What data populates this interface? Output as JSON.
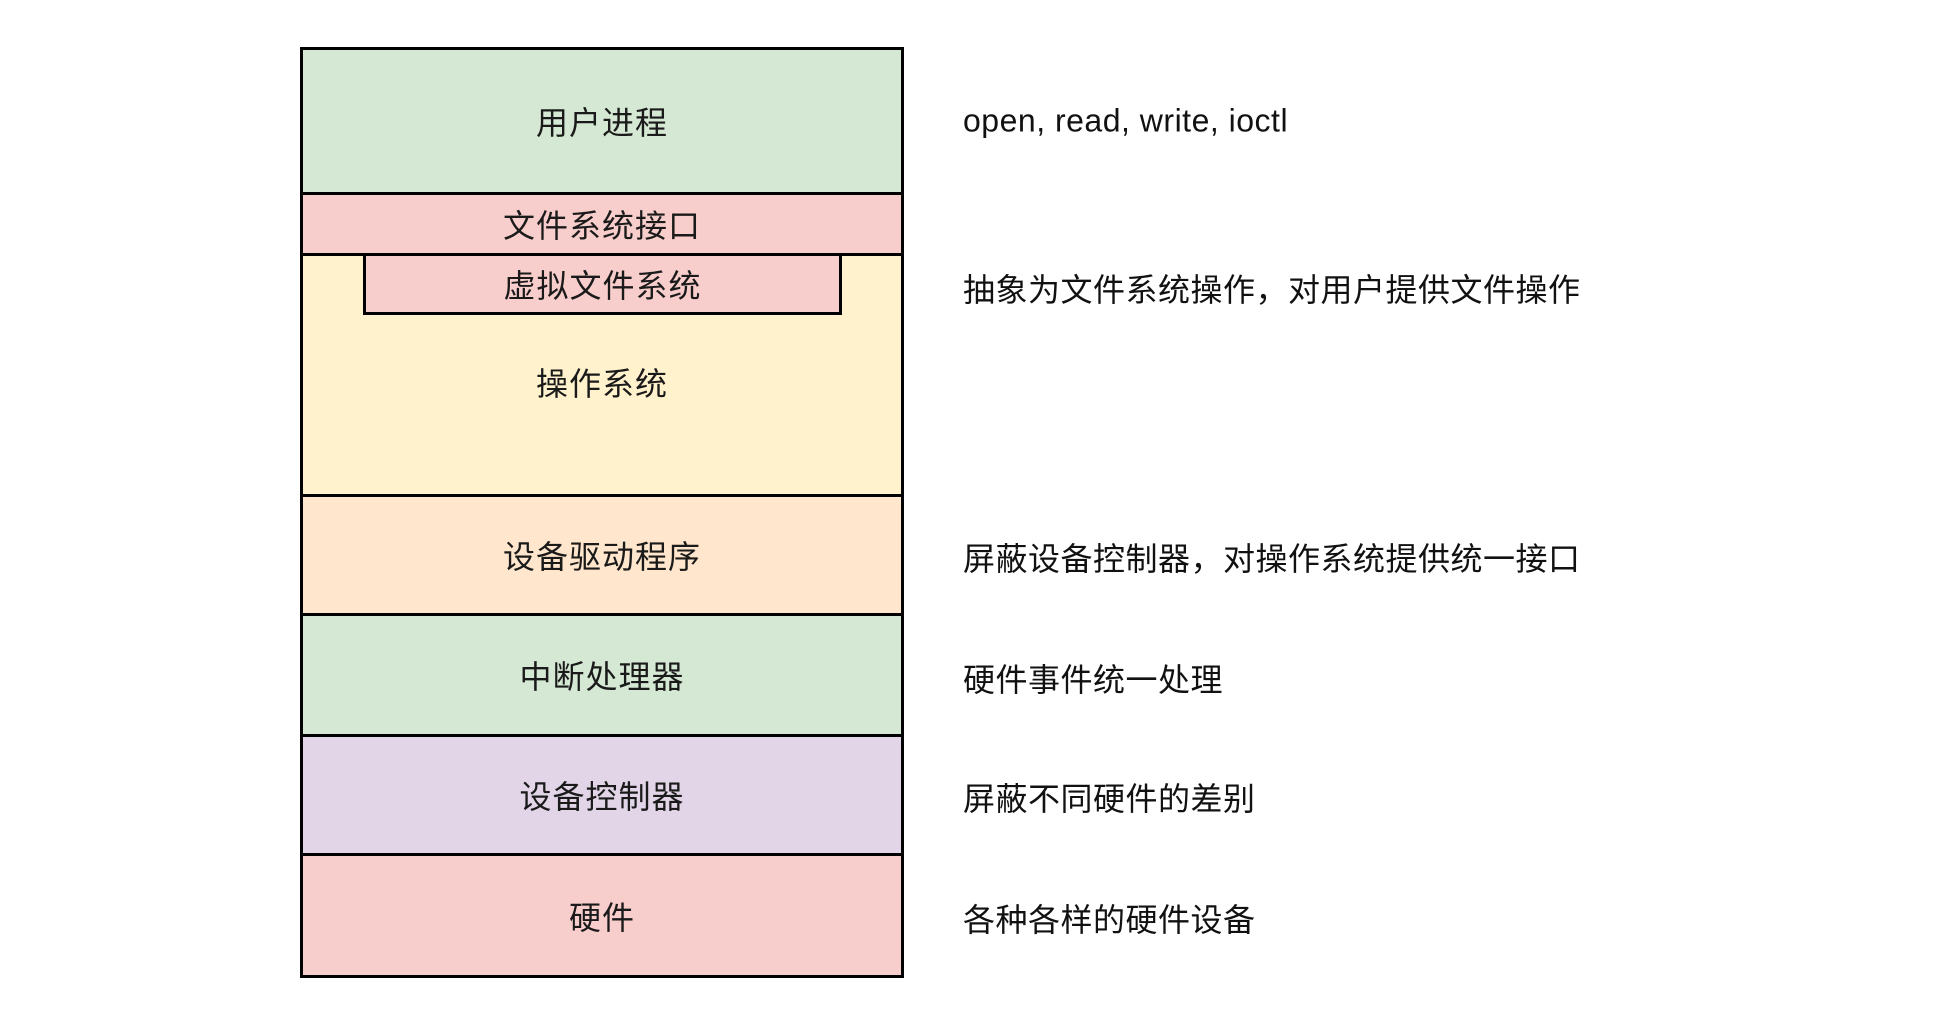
{
  "colors": {
    "background": "#ffffff",
    "border": "#000000",
    "green": "#d5e8d4",
    "pink": "#f8cecc",
    "yellow": "#fff2cc",
    "orange": "#ffe6cc",
    "purple": "#e1d5e7"
  },
  "layers": {
    "user_process": {
      "label": "用户进程",
      "color": "#d5e8d4"
    },
    "fs_interface": {
      "label": "文件系统接口",
      "color": "#f8cecc"
    },
    "os": {
      "label": "操作系统",
      "color": "#fff2cc"
    },
    "vfs": {
      "label": "虚拟文件系统",
      "color": "#f8cecc"
    },
    "device_driver": {
      "label": "设备驱动程序",
      "color": "#ffe6cc"
    },
    "interrupt_handler": {
      "label": "中断处理器",
      "color": "#d5e8d4"
    },
    "device_controller": {
      "label": "设备控制器",
      "color": "#e1d5e7"
    },
    "hardware": {
      "label": "硬件",
      "color": "#f8cecc"
    }
  },
  "annotations": {
    "user_process": "open, read, write, ioctl",
    "vfs": "抽象为文件系统操作，对用户提供文件操作",
    "device_driver": "屏蔽设备控制器，对操作系统提供统一接口",
    "interrupt_handler": "硬件事件统一处理",
    "device_controller": "屏蔽不同硬件的差别",
    "hardware": "各种各样的硬件设备"
  }
}
